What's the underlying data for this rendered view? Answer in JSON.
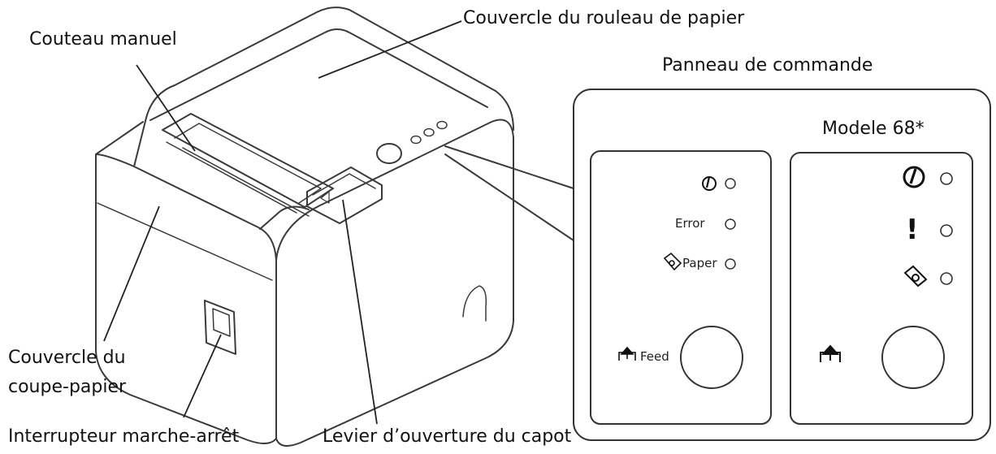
{
  "labels": {
    "paper_roll_cover": "Couvercle du rouleau de papier",
    "manual_cutter": "Couteau manuel",
    "control_panel": "Panneau de commande",
    "model_68": "Modele 68*",
    "cutter_cover_line1": "Couvercle du",
    "cutter_cover_line2": "coupe-papier",
    "power_switch": "Interrupteur marche-arrêt",
    "cover_open_lever": "Levier d’ouverture du capot"
  },
  "left_panel": {
    "error": "Error",
    "paper": "Paper",
    "feed": "Feed"
  },
  "right_panel": {
    "error_symbol": "!"
  }
}
